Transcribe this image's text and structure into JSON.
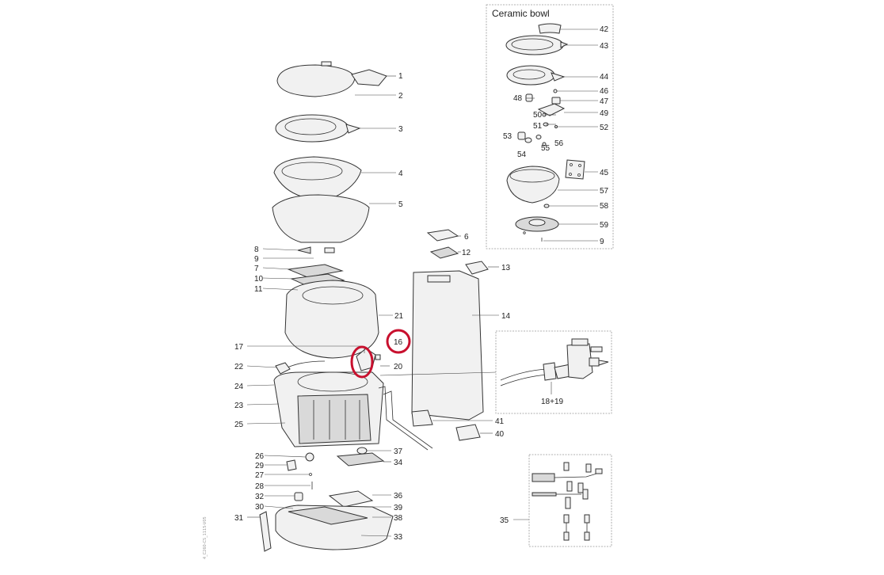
{
  "inset_titles": {
    "ceramic_bowl": "Ceramic bowl"
  },
  "callouts": {
    "c1": "1",
    "c2": "2",
    "c3": "3",
    "c4": "4",
    "c5": "5",
    "c6": "6",
    "c7": "7",
    "c8": "8",
    "c9": "9",
    "c10": "10",
    "c11": "11",
    "c12": "12",
    "c13": "13",
    "c14": "14",
    "c16": "16",
    "c17": "17",
    "c20": "20",
    "c21": "21",
    "c22": "22",
    "c23": "23",
    "c24": "24",
    "c25": "25",
    "c26": "26",
    "c27": "27",
    "c28": "28",
    "c29": "29",
    "c30": "30",
    "c31": "31",
    "c32": "32",
    "c33": "33",
    "c34": "34",
    "c35": "35",
    "c36": "36",
    "c37": "37",
    "c38": "38",
    "c39": "39",
    "c40": "40",
    "c41": "41",
    "c1819": "18+19",
    "c42": "42",
    "c43": "43",
    "c44": "44",
    "c45": "45",
    "c46": "46",
    "c47": "47",
    "c48": "48",
    "c49": "49",
    "c50": "50",
    "c51": "51",
    "c52": "52",
    "c53": "53",
    "c54": "54",
    "c55": "55",
    "c56": "56",
    "c57": "57",
    "c58": "58",
    "c59": "59",
    "c9b": "9"
  },
  "highlight": {
    "color": "#c8102e"
  },
  "side_reference": "4_C260-CS_1115-V05"
}
